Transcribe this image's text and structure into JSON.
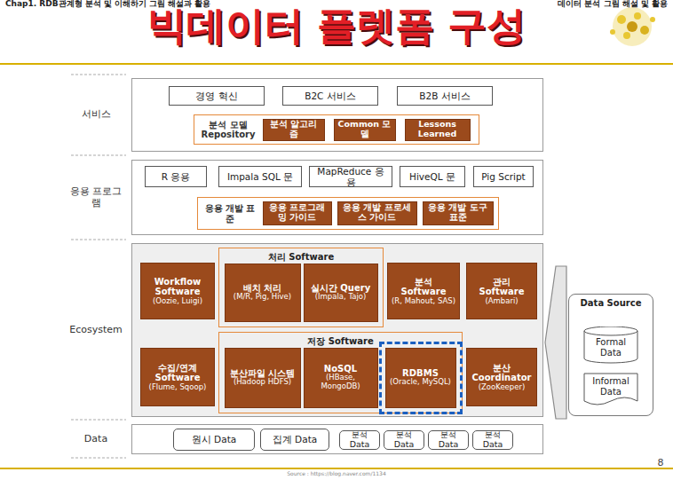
{
  "diagram": {
    "title": "빅데이터 플렛폼 구성",
    "nodes": [
      {
        "text": [
          "서비스"
        ]
      },
      {
        "text": [
          "경영 혁신"
        ],
        "in": 0
      },
      {
        "text": [
          "B2C 서비스"
        ],
        "in": 0
      },
      {
        "text": [
          "B2B 서비스"
        ],
        "in": 0
      },
      {
        "text": [
          "분석 모델 Repository"
        ],
        "in": 0
      },
      {
        "text": [
          "분석 알고리즘"
        ],
        "in": 4
      },
      {
        "text": [
          "Common 모델"
        ],
        "in": 4
      },
      {
        "text": [
          "Lessons Learned"
        ],
        "in": 4
      },
      {
        "text": [
          "응용 프로그램"
        ]
      },
      {
        "text": [
          "R 응용"
        ],
        "in": 8
      },
      {
        "text": [
          "Impala SQL 문"
        ],
        "in": 8
      },
      {
        "text": [
          "MapReduce 응용"
        ],
        "in": 8
      },
      {
        "text": [
          "HiveQL 문"
        ],
        "in": 8
      },
      {
        "text": [
          "Pig Script"
        ],
        "in": 8
      },
      {
        "text": [
          "응용 개발 표준"
        ],
        "in": 8
      },
      {
        "text": [
          "응용 프로그래밍 가이드"
        ],
        "in": 14
      },
      {
        "text": [
          "응용 개발 프로세스 가이드"
        ],
        "in": 14
      },
      {
        "text": [
          "응용 개발 도구 표준"
        ],
        "in": 14
      },
      {
        "text": [
          "Ecosystem"
        ]
      },
      {
        "text": [
          "Workflow Software",
          "(Oozie, Luigi)"
        ],
        "in": 18
      },
      {
        "text": [
          "처리 Software"
        ],
        "in": 18
      },
      {
        "text": [
          "배치 처리",
          "(M/R, Pig, Hive)"
        ],
        "in": 20
      },
      {
        "text": [
          "실시간 Query",
          "(Impala, Tajo)"
        ],
        "in": 20
      },
      {
        "text": [
          "분석 Software",
          "(R, Mahout, SAS)"
        ],
        "in": 18
      },
      {
        "text": [
          "관리 Software",
          "(Ambari)"
        ],
        "in": 18
      },
      {
        "text": [
          "수집/연계 Software",
          "(Flume, Sqoop)"
        ],
        "in": 18
      },
      {
        "text": [
          "저장 Software"
        ],
        "in": 18
      },
      {
        "text": [
          "분산파일 시스템",
          "(Hadoop HDFS)"
        ],
        "in": 26
      },
      {
        "text": [
          "NoSQL",
          "(HBase, MongoDB)"
        ],
        "in": 26
      },
      {
        "text": [
          "RDBMS",
          "(Oracle, MySQL)"
        ],
        "in": 26
      },
      {
        "text": [
          "분산 Coordinator",
          "(ZooKeeper)"
        ],
        "in": 18
      },
      {
        "text": [
          "Data"
        ]
      },
      {
        "text": [
          "원시 Data"
        ],
        "in": 31
      },
      {
        "text": [
          "집계 Data"
        ],
        "in": 31
      },
      {
        "text": [
          "분석 Data"
        ],
        "in": 31
      },
      {
        "text": [
          "분석 Data"
        ],
        "in": 31
      },
      {
        "text": [
          "분석 Data"
        ],
        "in": 31
      },
      {
        "text": [
          "분석 Data"
        ],
        "in": 31
      },
      {
        "text": [
          "Data Source"
        ]
      },
      {
        "text": [
          "Formal Data"
        ],
        "in": 38
      },
      {
        "text": [
          "Informal Data"
        ],
        "in": 38
      }
    ],
    "edges": [
      {
        "from": 38,
        "to": 18,
        "arrow": "to"
      }
    ],
    "labels": [
      "Chap1. RDB관계형 분석 및 이해하기 그림 해설과 활용",
      "데이터 분석 그림 해설 및 활용",
      "8",
      "Source : https://blog.naver.com/1134"
    ]
  }
}
